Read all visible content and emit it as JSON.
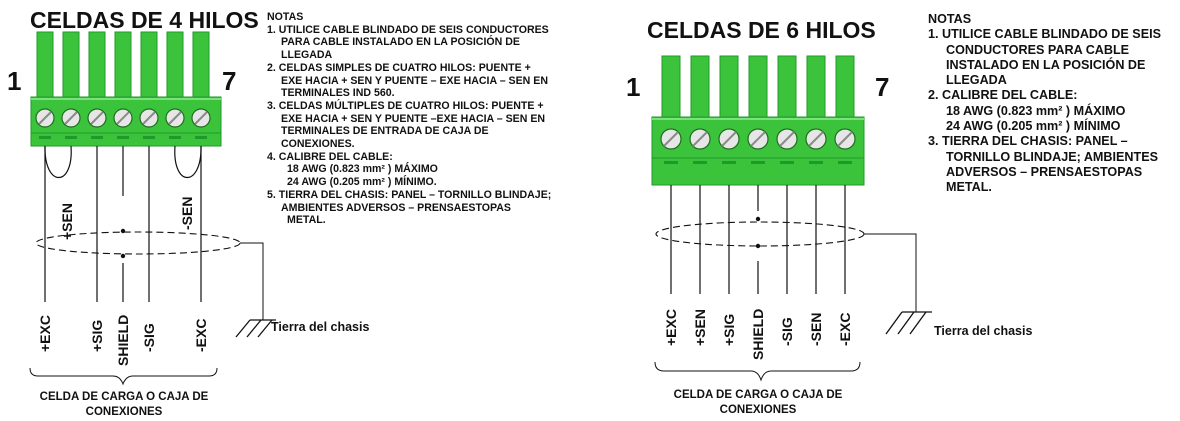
{
  "diagram_4wire": {
    "title": "CELDAS DE 4 HILOS",
    "pin_left": "1",
    "pin_right": "7",
    "jumper_left_label": "+SEN",
    "jumper_right_label": "-SEN",
    "wires": [
      "+EXC",
      "+SIG",
      "SHIELD",
      "-SIG",
      "-EXC"
    ],
    "caption_line1": "CELDA DE CARGA O CAJA DE",
    "caption_line2": "CONEXIONES",
    "ground_label": "Tierra del chasis",
    "notes_heading": "NOTAS",
    "notes": [
      [
        "1. UTILICE CABLE BLINDADO DE SEIS CONDUCTORES",
        "PARA CABLE INSTALADO EN LA POSICIÓN DE",
        "LLEGADA"
      ],
      [
        "2. CELDAS SIMPLES DE CUATRO HILOS: PUENTE +",
        "EXE HACIA + SEN Y PUENTE – EXE HACIA – SEN EN",
        "TERMINALES IND 560."
      ],
      [
        "3. CELDAS MÚLTIPLES DE CUATRO HILOS: PUENTE +",
        "EXE HACIA + SEN Y PUENTE –EXE HACIA – SEN EN",
        "TERMINALES DE ENTRADA DE CAJA DE",
        "CONEXIONES."
      ],
      [
        "4. CALIBRE DEL CABLE:",
        "18 AWG (0.823 mm² ) MÁXIMO",
        "24 AWG (0.205 mm² ) MÍNIMO."
      ],
      [
        "5. TIERRA DEL CHASIS: PANEL – TORNILLO BLINDAJE;",
        "AMBIENTES ADVERSOS – PRENSAESTOPAS",
        "METAL."
      ]
    ]
  },
  "diagram_6wire": {
    "title": "CELDAS DE 6 HILOS",
    "pin_left": "1",
    "pin_right": "7",
    "wires": [
      "+EXC",
      "+SEN",
      "+SIG",
      "SHIELD",
      "-SIG",
      "-SEN",
      "-EXC"
    ],
    "caption_line1": "CELDA DE CARGA O CAJA DE",
    "caption_line2": "CONEXIONES",
    "ground_label": "Tierra del chasis",
    "notes_heading": "NOTAS",
    "notes": [
      [
        "1. UTILICE CABLE BLINDADO DE SEIS",
        "CONDUCTORES PARA CABLE",
        "INSTALADO EN LA POSICIÓN DE",
        "LLEGADA"
      ],
      [
        "2. CALIBRE DEL CABLE:",
        "18 AWG (0.823 mm² ) MÁXIMO",
        "24 AWG (0.205 mm² ) MÍNIMO"
      ],
      [
        "3. TIERRA DEL CHASIS: PANEL –",
        "TORNILLO BLINDAJE; AMBIENTES",
        "ADVERSOS – PRENSAESTOPAS",
        "METAL."
      ]
    ]
  },
  "colors": {
    "connector_green": "#3cc33c",
    "connector_dark": "#1f9a2a",
    "screw_fill": "#e6e6e6",
    "line": "#111111"
  }
}
